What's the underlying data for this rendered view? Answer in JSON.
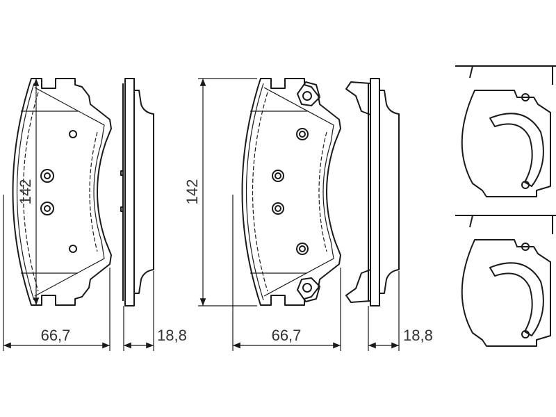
{
  "drawing": {
    "pad_front": {
      "height_label": "142",
      "width_label": "66,7",
      "thickness_label": "18,8"
    },
    "pad_rear": {
      "height_label": "142",
      "width_label": "66,7",
      "thickness_label": "18,8"
    }
  }
}
